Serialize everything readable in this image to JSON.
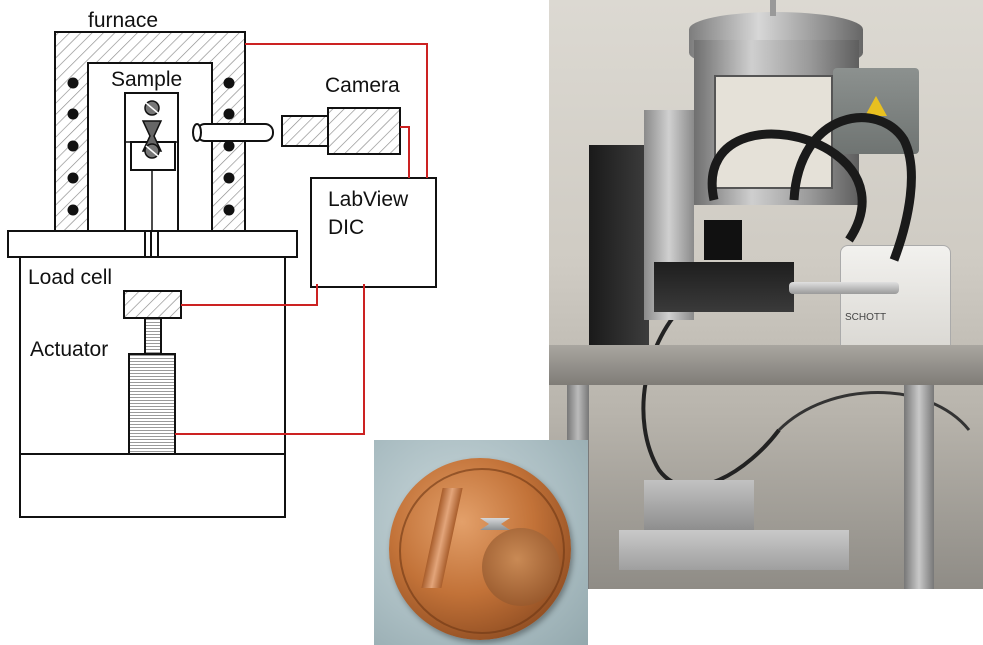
{
  "labels": {
    "furnace": "furnace",
    "sample": "Sample",
    "camera": "Camera",
    "labview_line1": "LabView",
    "labview_line2": "DIC",
    "load_cell": "Load cell",
    "actuator": "Actuator"
  },
  "photo_setup": {
    "brand_label": "SCHOTT"
  },
  "colors": {
    "wire": "#cc2222",
    "outline": "#111111",
    "hatch": "#8a8a8a"
  }
}
